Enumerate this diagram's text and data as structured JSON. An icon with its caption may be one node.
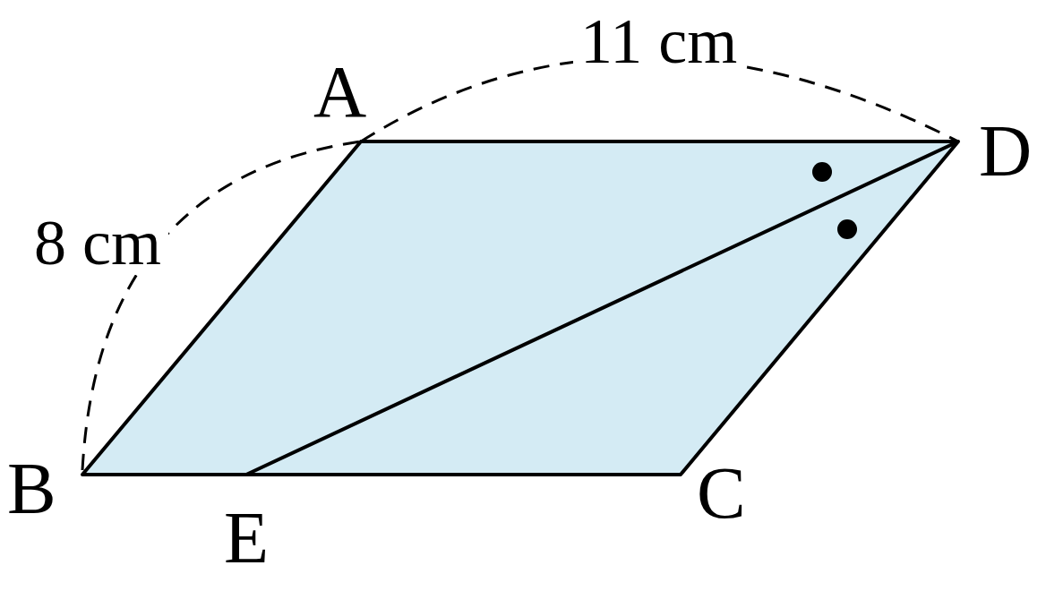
{
  "diagram": {
    "labels": [
      "11 cm",
      "A",
      "D",
      "8 cm",
      "B",
      "E",
      "C"
    ]
  }
}
